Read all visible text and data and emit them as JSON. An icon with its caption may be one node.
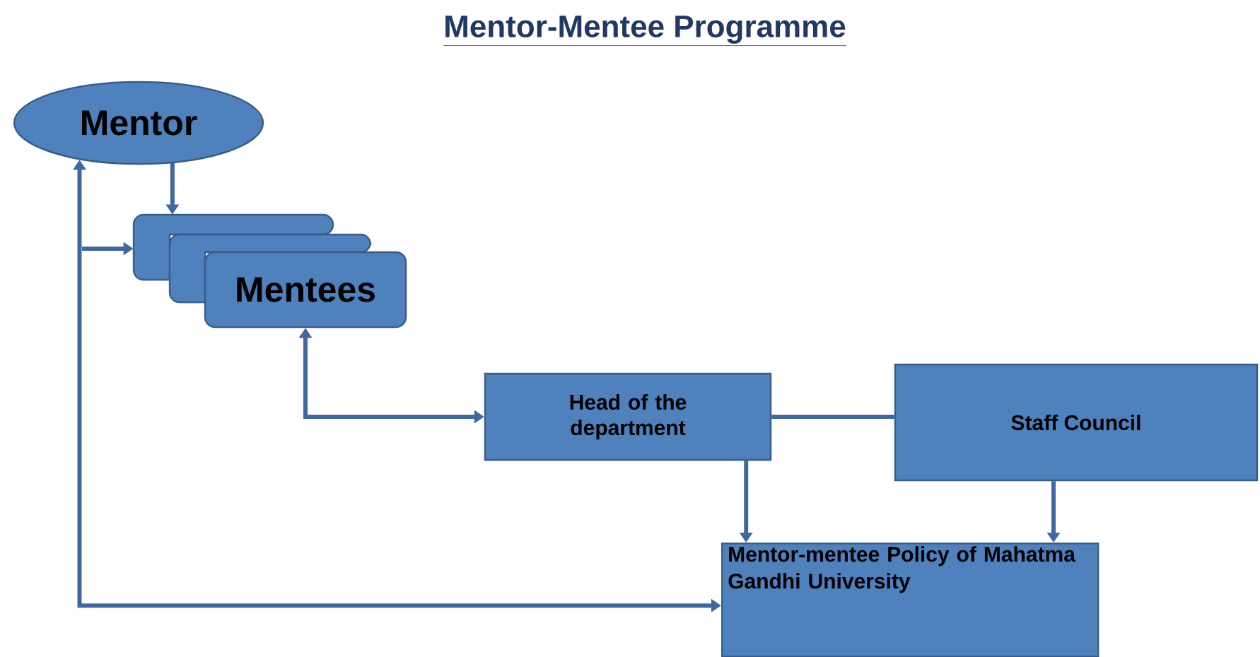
{
  "diagram": {
    "title": "Mentor-Mentee Programme",
    "nodes": [
      {
        "text": [
          "Mentor"
        ]
      },
      {
        "text": [],
        "shape": "box"
      },
      {
        "text": [],
        "shape": "box"
      },
      {
        "text": [
          "Mentees"
        ]
      },
      {
        "text": [
          "Head of the department"
        ]
      },
      {
        "text": [
          "Staff Council"
        ]
      },
      {
        "text": [
          "Mentor-mentee Policy of Mahatma Gandhi University"
        ]
      }
    ],
    "edges": [
      {
        "from": 0,
        "to": 1,
        "arrow": "to"
      },
      {
        "from": 4,
        "to": 3,
        "arrow": "both"
      },
      {
        "from": 4,
        "to": 5,
        "arrow": "none"
      },
      {
        "from": 4,
        "to": 6,
        "arrow": "to"
      },
      {
        "from": 5,
        "to": 6,
        "arrow": "to"
      },
      {
        "from": 6,
        "to": 0,
        "arrow": "both"
      },
      {
        "from": null,
        "to": 1,
        "arrow": "to"
      }
    ]
  }
}
